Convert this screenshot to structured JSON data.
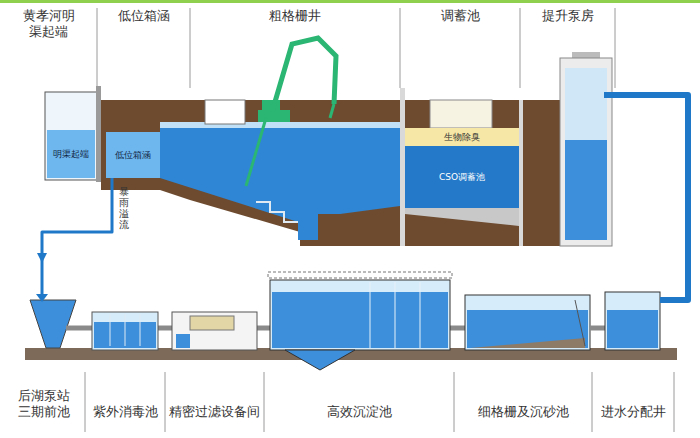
{
  "diagram": {
    "nodes": [
      {
        "text": [
          "黄孝河明渠起端"
        ]
      },
      {
        "text": [
          "明渠起端"
        ],
        "in": 0
      },
      {
        "text": [
          "低位箱涵"
        ]
      },
      {
        "text": [
          "低位箱涵"
        ],
        "in": 2
      },
      {
        "text": [
          "粗格栅井"
        ]
      },
      {
        "text": [
          "调蓄池"
        ]
      },
      {
        "text": [
          "生物除臭"
        ],
        "in": 5
      },
      {
        "text": [
          "CSO调蓄池"
        ],
        "in": 5
      },
      {
        "text": [
          "提升泵房"
        ]
      },
      {
        "text": [
          "后湖泵站三期前池"
        ]
      },
      {
        "text": [
          "紫外消毒池"
        ]
      },
      {
        "text": [
          "精密过滤设备间"
        ]
      },
      {
        "text": [
          "高效沉淀池"
        ]
      },
      {
        "text": [
          "细格栅及沉砂池"
        ]
      },
      {
        "text": [
          "进水分配井"
        ]
      }
    ],
    "edges": [
      {
        "from": 8,
        "to": 14,
        "arrow": "none"
      },
      {
        "from": 14,
        "to": 13,
        "arrow": "none"
      },
      {
        "from": 13,
        "to": 12,
        "arrow": "none"
      },
      {
        "from": 12,
        "to": 11,
        "arrow": "none"
      },
      {
        "from": 11,
        "to": 10,
        "arrow": "none"
      },
      {
        "from": 10,
        "to": 9,
        "arrow": "none"
      },
      {
        "from": 3,
        "to": 9,
        "arrow": "to"
      }
    ],
    "labels": [
      "暴雨溢流"
    ]
  }
}
